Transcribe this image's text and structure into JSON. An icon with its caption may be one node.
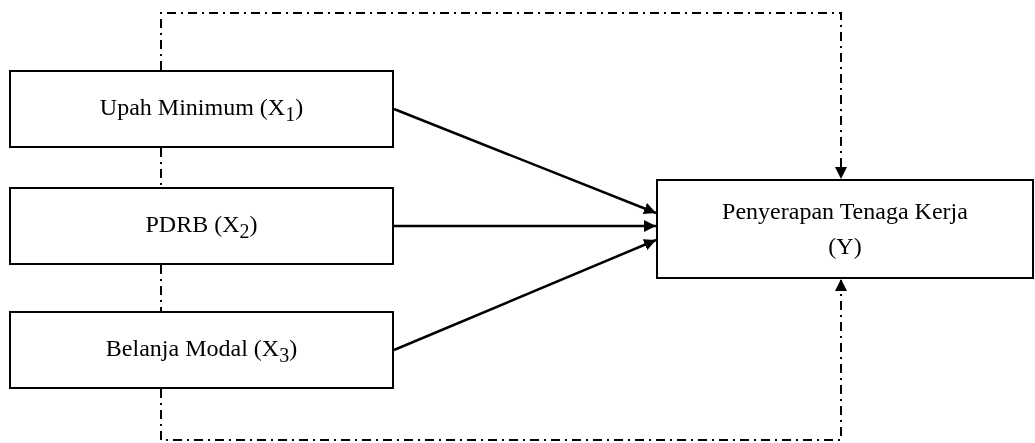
{
  "diagram": {
    "nodes": [
      {
        "text": [
          "Upah Minimum (X$_{1}$)"
        ]
      },
      {
        "text": [
          "PDRB (X$_{2}$)"
        ]
      },
      {
        "text": [
          "Belanja Modal (X$_{3}$)"
        ]
      },
      {
        "text": [
          "Penyerapan Tenaga Kerja (Y)"
        ]
      }
    ],
    "edges": [
      {
        "from": 0,
        "to": 3,
        "arrow": "to"
      },
      {
        "from": 1,
        "to": 3,
        "arrow": "to"
      },
      {
        "from": 2,
        "to": 3,
        "arrow": "to"
      },
      {
        "from": 0,
        "to": 3,
        "arrow": "to",
        "style": "dashed"
      },
      {
        "from": 0,
        "to": 1,
        "arrow": "none",
        "style": "dashed"
      },
      {
        "from": 1,
        "to": 2,
        "arrow": "none",
        "style": "dashed"
      },
      {
        "from": 2,
        "to": 3,
        "arrow": "to",
        "style": "dashed"
      }
    ]
  }
}
